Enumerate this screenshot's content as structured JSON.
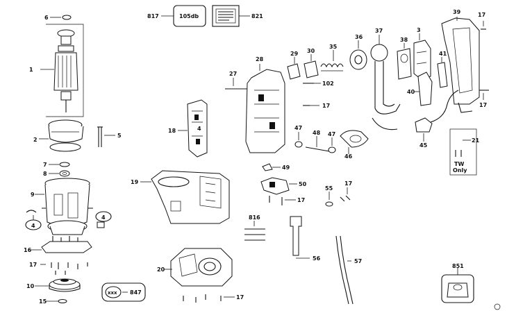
{
  "diagram": {
    "part_labels": {
      "p6": "6",
      "p1": "1",
      "p2": "2",
      "p5": "5",
      "p7": "7",
      "p8": "8",
      "p9": "9",
      "p4a": "4",
      "p4b": "4",
      "p16": "16",
      "p17a": "17",
      "p10": "10",
      "p15": "15",
      "p817": "817",
      "p821": "821",
      "p18": "18",
      "p4c": "4",
      "p19": "19",
      "p20": "20",
      "p17b": "17",
      "p27": "27",
      "p28": "28",
      "p29": "29",
      "p30": "30",
      "p35": "35",
      "p36": "36",
      "p37": "37",
      "p38": "38",
      "p3": "3",
      "p39": "39",
      "p17c": "17",
      "p102": "102",
      "p17d": "17",
      "p47a": "47",
      "p48": "48",
      "p47b": "47",
      "p46": "46",
      "p49": "49",
      "p50": "50",
      "p17e": "17",
      "p55": "55",
      "p17f": "17",
      "p816": "816",
      "p56": "56",
      "p57": "57",
      "p40": "40",
      "p41": "41",
      "p45": "45",
      "p17g": "17",
      "p21": "21",
      "p851": "851"
    },
    "decibel_box": "105db",
    "tw_only_line1": "TW",
    "tw_only_line2": "Only",
    "tw_only_code": "21",
    "callout_code": "847",
    "callout_xxx": "xxx"
  }
}
